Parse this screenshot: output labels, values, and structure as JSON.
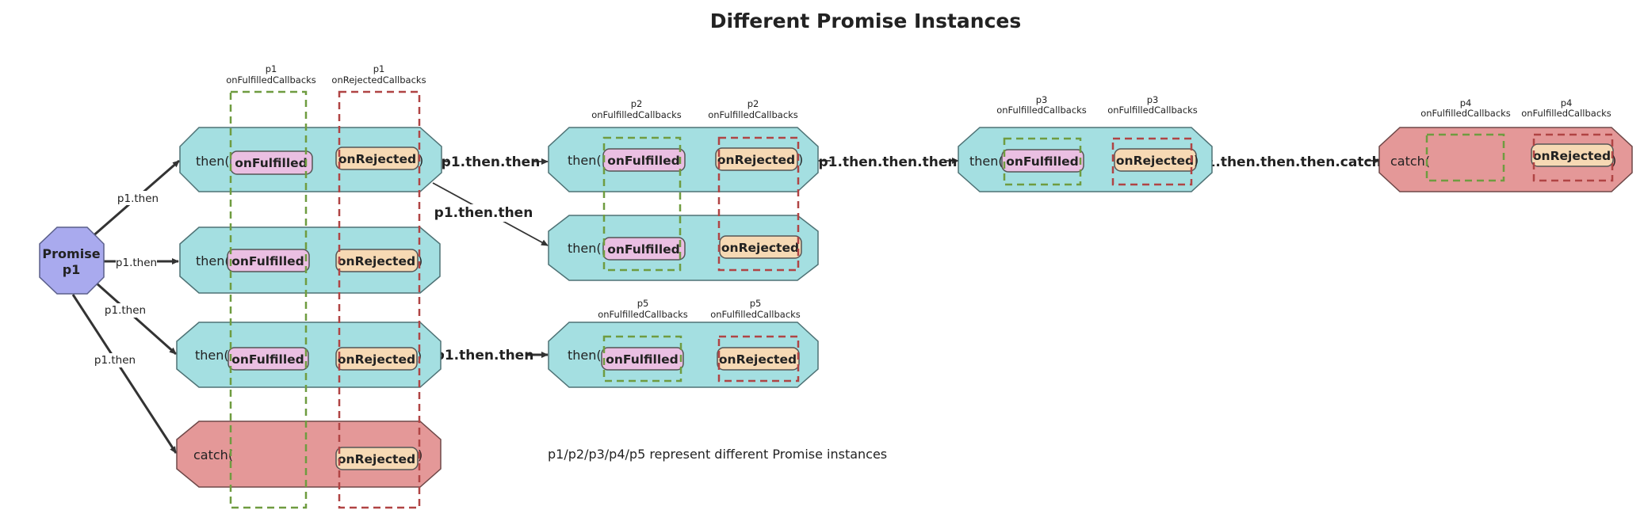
{
  "title": "Different Promise Instances",
  "note": "p1/p2/p3/p4/p5 represent different Promise instances",
  "root": {
    "line1": "Promise",
    "line2": "p1"
  },
  "colors": {
    "root_fill": "#a9aaee",
    "then_fill": "#a4dfe1",
    "catch_fill": "#e49898",
    "onfulfilled_fill": "#eabfe2",
    "onrejected_fill": "#f6d9b4",
    "fulfilled_box_stroke": "#6f9c40",
    "rejected_box_stroke": "#b04444"
  },
  "text": {
    "then_open": "then(",
    "catch_open": "catch(",
    "close": ")",
    "onFulfilled": "onFulfilled",
    "onRejected": "onRejected"
  },
  "edge_labels": {
    "a": "p1.then",
    "b": "p1.then",
    "c": "p1.then",
    "d": "p1.then",
    "e": "p1.then.then",
    "f": "p1.then.then",
    "g": "p1.then.then",
    "h": "p1.then.then.then",
    "i": "p1.then.then.then.catch"
  },
  "callback_labels": {
    "p1_ful": {
      "name": "p1",
      "kind": "onFulfilledCallbacks"
    },
    "p1_rej": {
      "name": "p1",
      "kind": "onRejectedCallbacks"
    },
    "p2_ful": {
      "name": "p2",
      "kind": "onFulfilledCallbacks"
    },
    "p2_rej": {
      "name": "p2",
      "kind": "onFulfilledCallbacks"
    },
    "p3_ful": {
      "name": "p3",
      "kind": "onFulfilledCallbacks"
    },
    "p3_rej": {
      "name": "p3",
      "kind": "onFulfilledCallbacks"
    },
    "p4_ful": {
      "name": "p4",
      "kind": "onFulfilledCallbacks"
    },
    "p4_rej": {
      "name": "p4",
      "kind": "onFulfilledCallbacks"
    },
    "p5_ful": {
      "name": "p5",
      "kind": "onFulfilledCallbacks"
    },
    "p5_rej": {
      "name": "p5",
      "kind": "onFulfilledCallbacks"
    }
  }
}
